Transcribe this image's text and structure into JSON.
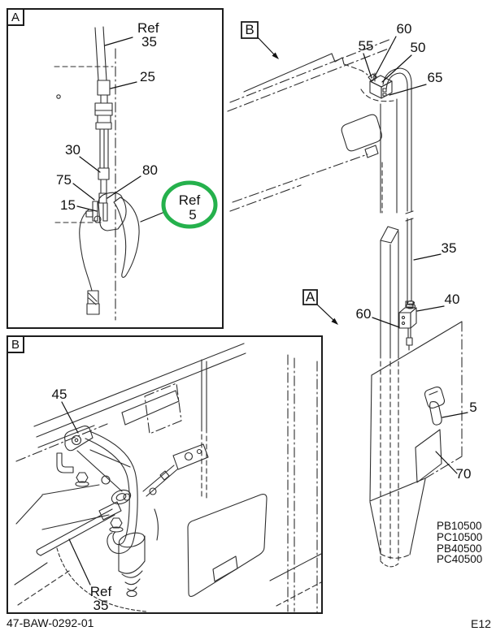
{
  "page": {
    "drawing_number": "47-BAW-0292-01",
    "page_code": "E12",
    "highlight_color": "#25b14c",
    "part_numbers": [
      "PB10500",
      "PC10500",
      "PB40500",
      "PC40500"
    ]
  },
  "inset_a": {
    "label": "A",
    "callouts": {
      "ref_35": {
        "line1": "Ref",
        "line2": "35"
      },
      "c25": "25",
      "c30": "30",
      "c75": "75",
      "c15": "15",
      "c80": "80",
      "ref_5": {
        "line1": "Ref",
        "line2": "5"
      }
    }
  },
  "inset_b": {
    "label": "B",
    "callouts": {
      "c45": "45",
      "ref_35": {
        "line1": "Ref",
        "line2": "35"
      }
    }
  },
  "main_view": {
    "detail_b_marker": "B",
    "detail_a_marker": "A",
    "callouts": {
      "c55": "55",
      "c60_top": "60",
      "c50": "50",
      "c65": "65",
      "c35": "35",
      "c60_lower": "60",
      "c40": "40",
      "c5": "5",
      "c70": "70"
    }
  }
}
